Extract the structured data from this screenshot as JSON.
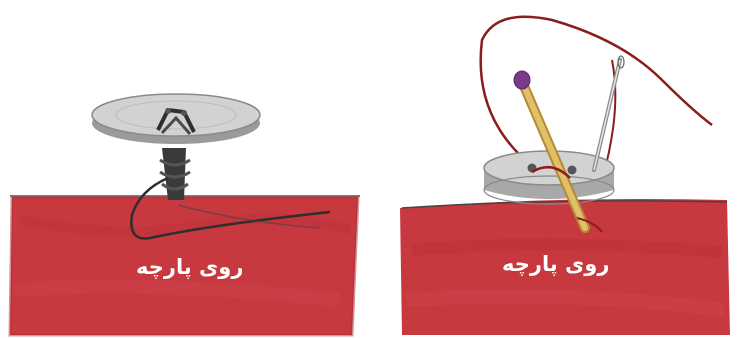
{
  "panels": [
    {
      "caption": "روی پارچه"
    },
    {
      "caption": "روی پارچه"
    }
  ],
  "colors": {
    "fabric": "#c8383f",
    "fabric_dark": "#a8262e",
    "button": "#cfcfcf",
    "thread_dark": "#3a3a3a",
    "thread_red": "#8b1d1d",
    "matchstick": "#d9b257",
    "match_head": "#7a3a8a",
    "needle": "#9a9a9a"
  },
  "icons": [
    "button-with-thread-shank",
    "button-with-matchstick-and-needle"
  ]
}
